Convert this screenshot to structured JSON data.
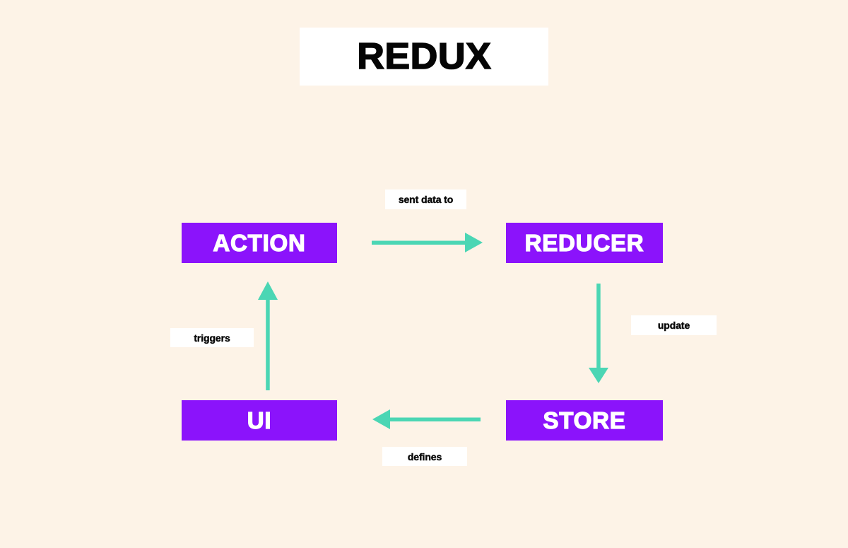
{
  "page": {
    "title": "REDUX",
    "background_color": "#fdf3e7",
    "banner_color": "#ffffff",
    "node_color": "#8b13fb",
    "node_text_color": "#ffffff",
    "arrow_color": "#4bd6b4",
    "label_background_color": "#ffffff",
    "label_text_color": "#0a0a0a"
  },
  "nodes": [
    {
      "id": "action",
      "label": "ACTION"
    },
    {
      "id": "reducer",
      "label": "REDUCER"
    },
    {
      "id": "ui",
      "label": "UI"
    },
    {
      "id": "store",
      "label": "STORE"
    }
  ],
  "edges": [
    {
      "id": "action-to-reducer",
      "from": "action",
      "to": "reducer",
      "label": "sent data to",
      "direction": "right"
    },
    {
      "id": "reducer-to-store",
      "from": "reducer",
      "to": "store",
      "label": "update",
      "direction": "down"
    },
    {
      "id": "store-to-ui",
      "from": "store",
      "to": "ui",
      "label": "defines",
      "direction": "left"
    },
    {
      "id": "ui-to-action",
      "from": "ui",
      "to": "action",
      "label": "triggers",
      "direction": "up"
    }
  ]
}
